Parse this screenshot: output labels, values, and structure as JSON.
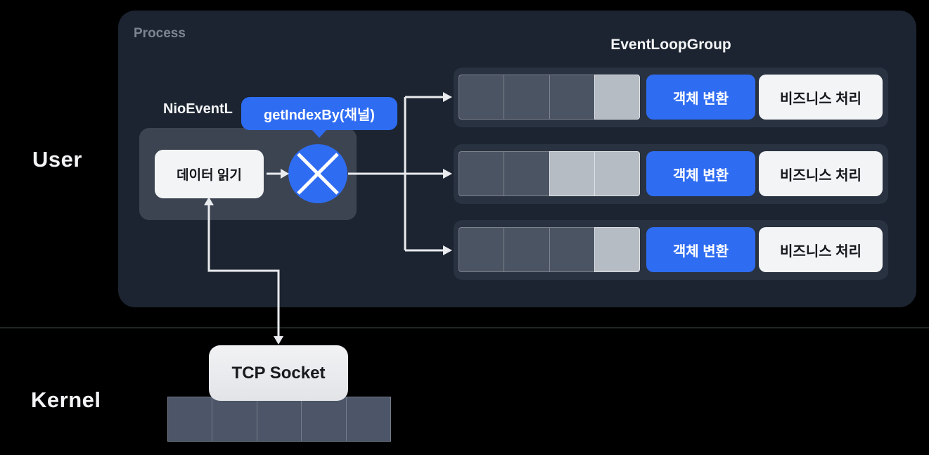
{
  "labels": {
    "user": "User",
    "kernel": "Kernel",
    "process": "Process",
    "event_loop_group": "EventLoopGroup",
    "nio_event_loop": "NioEventL",
    "get_index_tooltip": "getIndexBy(채널)",
    "data_read": "데이터 읽기",
    "tcp_socket": "TCP Socket"
  },
  "rows": [
    {
      "queue_cells": [
        "dark",
        "dark",
        "dark",
        "light"
      ],
      "transform": "객체 변환",
      "business": "비즈니스 처리"
    },
    {
      "queue_cells": [
        "dark",
        "dark",
        "light",
        "light"
      ],
      "transform": "객체 변환",
      "business": "비즈니스 처리"
    },
    {
      "queue_cells": [
        "dark",
        "dark",
        "dark",
        "light"
      ],
      "transform": "객체 변환",
      "business": "비즈니스 처리"
    }
  ],
  "kernel_queue_cells": [
    "empty",
    "empty",
    "empty",
    "empty",
    "empty"
  ],
  "colors": {
    "accent_blue": "#2e6cf2",
    "panel_bg": "#1b2430",
    "row_bg": "#293240",
    "nio_box_bg": "#3c4452",
    "queue_cell_dark": "#4b5462",
    "queue_cell_light": "#b6bcc4",
    "kernel_cell": "#4c5668",
    "light_box": "#f2f4f6",
    "arrow": "#e9ebee",
    "background": "#000000"
  }
}
